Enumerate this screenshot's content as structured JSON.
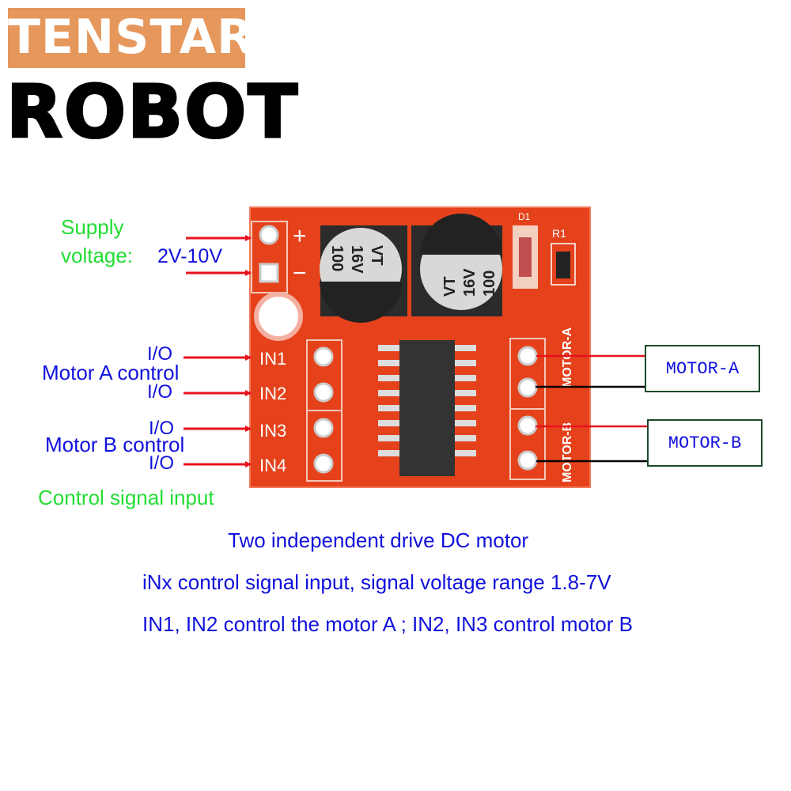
{
  "logo": {
    "top": "TENSTAR",
    "bottom": "ROBOT"
  },
  "labels": {
    "supply": "Supply",
    "voltage": "voltage:",
    "voltage_range": "2V-10V",
    "io": "I/O",
    "motor_a_control": "Motor A control",
    "motor_b_control": "Motor B control",
    "control_signal_input": "Control signal input"
  },
  "board": {
    "plus": "+",
    "minus": "−",
    "inputs": [
      "IN1",
      "IN2",
      "IN3",
      "IN4"
    ],
    "motor_a_silk": "MOTOR-A",
    "motor_b_silk": "MOTOR-B",
    "d1": "D1",
    "r1": "R1",
    "cap_lines": [
      "100",
      "16V",
      "VT"
    ]
  },
  "outputs": {
    "motor_a": "MOTOR-A",
    "motor_b": "MOTOR-B"
  },
  "description": [
    "Two independent drive DC motor",
    "iNx control signal input, signal voltage range 1.8-7V",
    "IN1, IN2 control the motor A ; IN2, IN3 control motor B"
  ],
  "colors": {
    "board": "#e5421c",
    "arrow": "#e8101c",
    "text_blue": "#1111dd",
    "text_green": "#22dd33",
    "logo_bg": "#e5975c"
  }
}
